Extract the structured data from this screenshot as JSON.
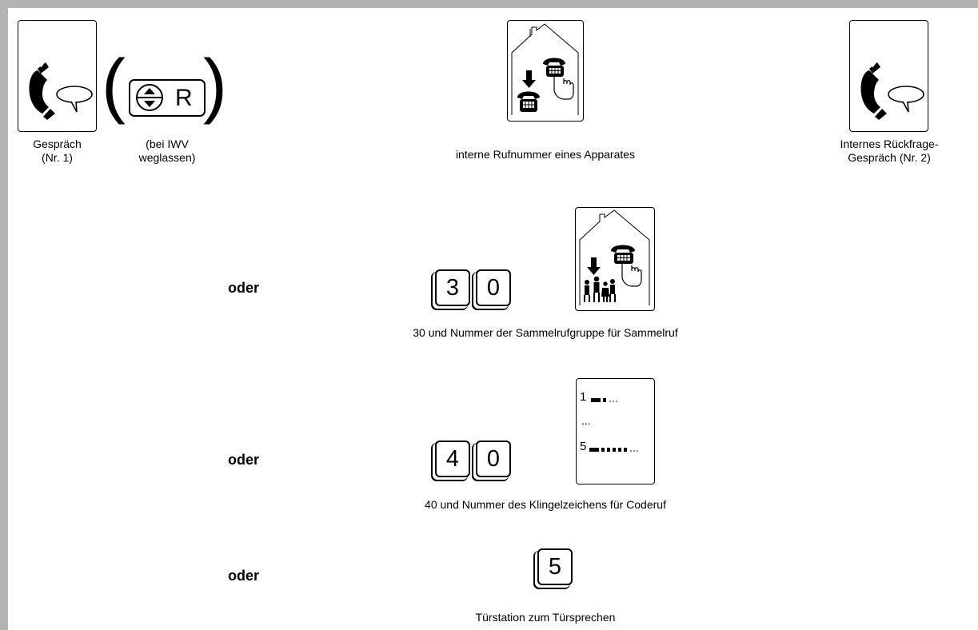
{
  "row1": {
    "caption_call1": [
      "Gespräch",
      "(Nr. 1)"
    ],
    "r_key_label": "R",
    "caption_r": [
      "(bei IWV",
      "weglassen)"
    ],
    "caption_internal": "interne Rufnummer eines Apparates",
    "caption_call2": [
      "Internes Rückfrage-",
      "Gespräch (Nr. 2)"
    ]
  },
  "options": [
    {
      "label": "oder",
      "keys": [
        "3",
        "0"
      ],
      "caption": "30 und Nummer der Sammelrufgruppe für Sammelruf"
    },
    {
      "label": "oder",
      "keys": [
        "4",
        "0"
      ],
      "caption": "40 und Nummer des Klingelzeichens für Coderuf",
      "ring_card": {
        "line1": "1",
        "line2": "...",
        "line3": "5"
      }
    },
    {
      "label": "oder",
      "keys": [
        "5"
      ],
      "caption": "Türstation zum Türsprechen"
    }
  ],
  "icons": {
    "handset_card_1": "handset-speech-bubble-icon",
    "r_key": "up-down-arrow-key-icon",
    "house_phone": "house-phone-dial-icon",
    "handset_card_2": "handset-speech-bubble-icon",
    "house_group": "house-group-call-icon"
  }
}
